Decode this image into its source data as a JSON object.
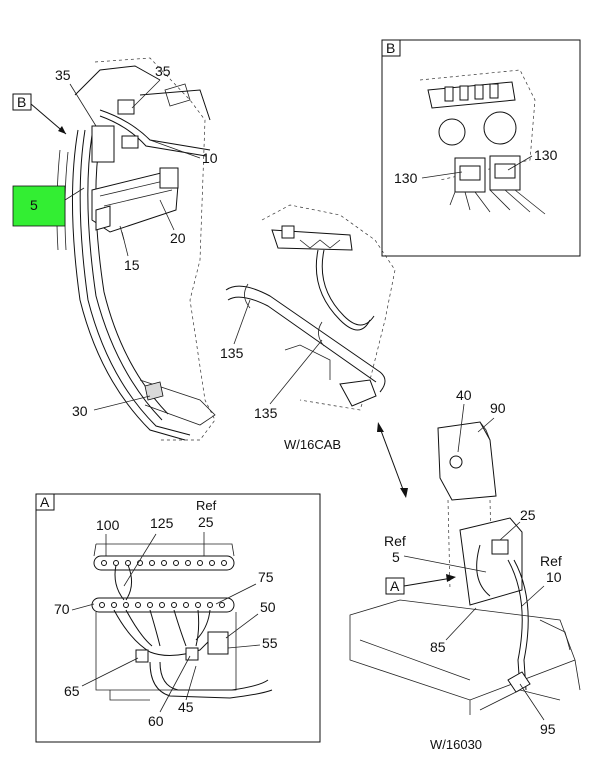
{
  "callouts": {
    "c35a": "35",
    "c35b": "35",
    "c10": "10",
    "c5": "5",
    "c20": "20",
    "c15": "15",
    "c30": "30",
    "c135a": "135",
    "c135b": "135",
    "c130a": "130",
    "c130b": "130",
    "c40": "40",
    "c90": "90",
    "c25": "25",
    "c85": "85",
    "c95": "95",
    "ref5_ref": "Ref",
    "ref5_num": "5",
    "ref10_ref": "Ref",
    "ref10_num": "10",
    "c100": "100",
    "c125": "125",
    "ref25_ref": "Ref",
    "ref25_num": "25",
    "c70": "70",
    "c75": "75",
    "c50": "50",
    "c55": "55",
    "c65": "65",
    "c60": "60",
    "c45": "45"
  },
  "view_tags": {
    "main_b": "B",
    "inset_b": "B",
    "main_a": "A",
    "inset_a": "A"
  },
  "captions": {
    "w16cab": "W/16CAB",
    "w16030": "W/16030"
  },
  "colors": {
    "highlight": "#33ee33",
    "line": "#111111"
  }
}
